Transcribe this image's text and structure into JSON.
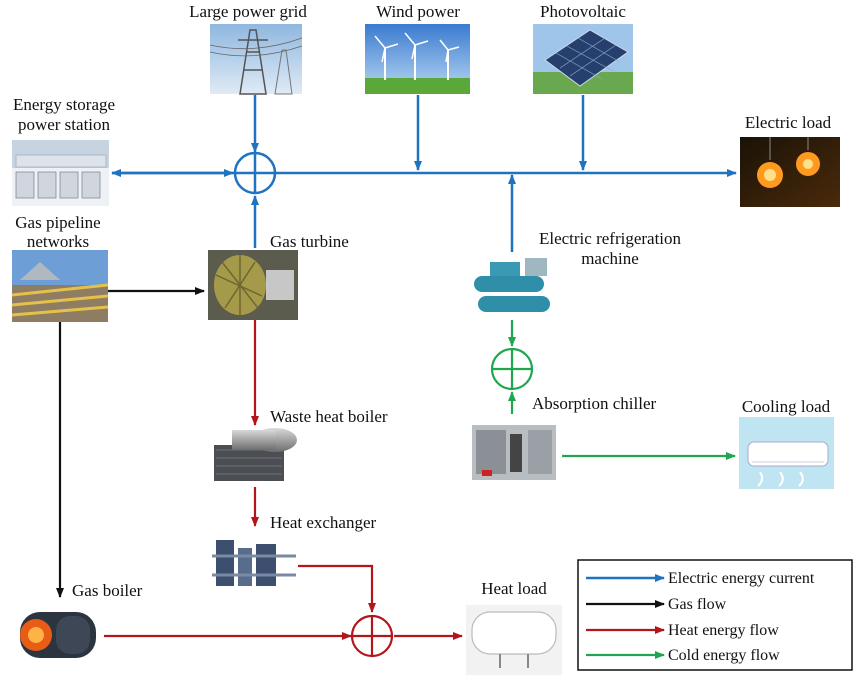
{
  "colors": {
    "electric": "#1f73c0",
    "gas": "#111111",
    "heat": "#b2161b",
    "cold": "#21a650"
  },
  "labels": {
    "large_power_grid": "Large power grid",
    "wind_power": "Wind power",
    "photovoltaic": "Photovoltaic",
    "energy_storage_line1": "Energy storage",
    "energy_storage_line2": "power station",
    "electric_load": "Electric load",
    "gas_pipeline_line1": "Gas pipeline",
    "gas_pipeline_line2": "networks",
    "gas_turbine": "Gas turbine",
    "electric_refrigeration_line1": "Electric refrigeration",
    "electric_refrigeration_line2": "machine",
    "waste_heat_boiler": "Waste heat boiler",
    "absorption_chiller": "Absorption chiller",
    "cooling_load": "Cooling load",
    "heat_exchanger": "Heat exchanger",
    "gas_boiler": "Gas boiler",
    "heat_load": "Heat load"
  },
  "legend": {
    "items": [
      {
        "label": "Electric energy current",
        "color_key": "electric"
      },
      {
        "label": "Gas flow",
        "color_key": "gas"
      },
      {
        "label": "Heat energy flow",
        "color_key": "heat"
      },
      {
        "label": "Cold energy flow",
        "color_key": "cold"
      }
    ]
  },
  "icons": {
    "large_power_grid": "power-transmission-tower-icon",
    "wind_power": "wind-turbine-icon",
    "photovoltaic": "solar-panel-icon",
    "energy_storage": "battery-storage-icon",
    "electric_load": "light-bulb-icon",
    "gas_pipeline": "pipeline-icon",
    "gas_turbine": "turbine-icon",
    "electric_refrigeration": "refrigeration-machine-icon",
    "waste_heat_boiler": "waste-heat-boiler-icon",
    "absorption_chiller": "absorption-chiller-icon",
    "cooling_load": "air-conditioner-icon",
    "heat_exchanger": "heat-exchanger-icon",
    "gas_boiler": "gas-boiler-icon",
    "heat_load": "water-heater-icon"
  }
}
